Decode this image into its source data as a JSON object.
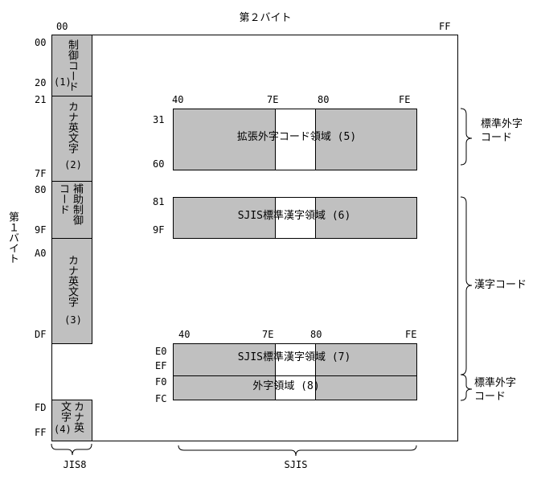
{
  "top_title": "第２バイト",
  "left_title": "第１バイト",
  "top_axis": {
    "start": "00",
    "end": "FF"
  },
  "row_labels": {
    "r00": "00",
    "r20": "20",
    "r21": "21",
    "r7F": "7F",
    "r80": "80",
    "r9F": "9F",
    "rA0": "A0",
    "rDF": "DF",
    "rFD": "FD",
    "rFF": "FF"
  },
  "jis8_column": {
    "block1": {
      "text": "制御コード",
      "num": "(1)"
    },
    "block2": {
      "text": "カナ英文字",
      "num": "(2)"
    },
    "block_aux": {
      "col1": "補助制御",
      "col2": "コード"
    },
    "block3": {
      "text": "カナ英文字",
      "num": "(3)"
    },
    "block4": {
      "col1": "カナ英",
      "col2": "文字",
      "num": "(4)"
    }
  },
  "regions": {
    "r5": {
      "label": "拡張外字コード領域 (5)",
      "col_labels": [
        "40",
        "7E",
        "80",
        "FE"
      ],
      "row_labels": [
        "31",
        "60"
      ]
    },
    "r6": {
      "label": "SJIS標準漢字領域 (6)",
      "row_labels": [
        "81",
        "9F"
      ]
    },
    "r7": {
      "label": "SJIS標準漢字領域 (7)",
      "col_labels": [
        "40",
        "7E",
        "80",
        "FE"
      ],
      "row_labels": [
        "E0",
        "EF"
      ]
    },
    "r8": {
      "label": "外字領域 (8)",
      "row_labels": [
        "F0",
        "FC"
      ]
    }
  },
  "right_labels": {
    "gaiji_top": {
      "line1": "標準外字",
      "line2": "コード"
    },
    "kanji": "漢字コード",
    "gaiji_bottom": {
      "line1": "標準外字",
      "line2": "コード"
    }
  },
  "bottom_labels": {
    "jis8": "JIS8",
    "sjis": "SJIS"
  }
}
